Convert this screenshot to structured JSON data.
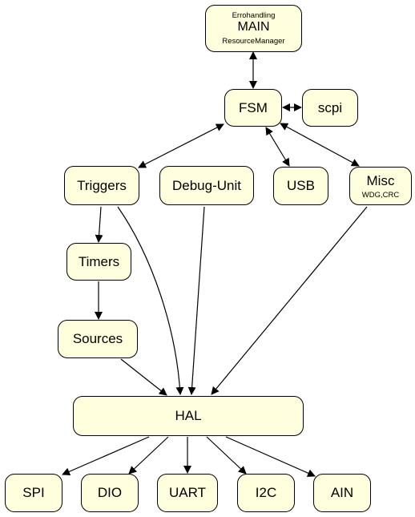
{
  "nodes": {
    "main": {
      "top": "Errohandling",
      "label": "MAIN",
      "bottom": "ResourceManager"
    },
    "fsm": {
      "label": "FSM"
    },
    "scpi": {
      "label": "scpi"
    },
    "triggers": {
      "label": "Triggers"
    },
    "debug": {
      "label": "Debug-Unit"
    },
    "usb": {
      "label": "USB"
    },
    "misc": {
      "label": "Misc",
      "sub": "WDG,CRC"
    },
    "timers": {
      "label": "Timers"
    },
    "sources": {
      "label": "Sources"
    },
    "hal": {
      "label": "HAL"
    },
    "spi": {
      "label": "SPI"
    },
    "dio": {
      "label": "DIO"
    },
    "uart": {
      "label": "UART"
    },
    "i2c": {
      "label": "I2C"
    },
    "ain": {
      "label": "AIN"
    }
  },
  "colors": {
    "node_fill": "#ffffdd",
    "edge": "#000000"
  }
}
